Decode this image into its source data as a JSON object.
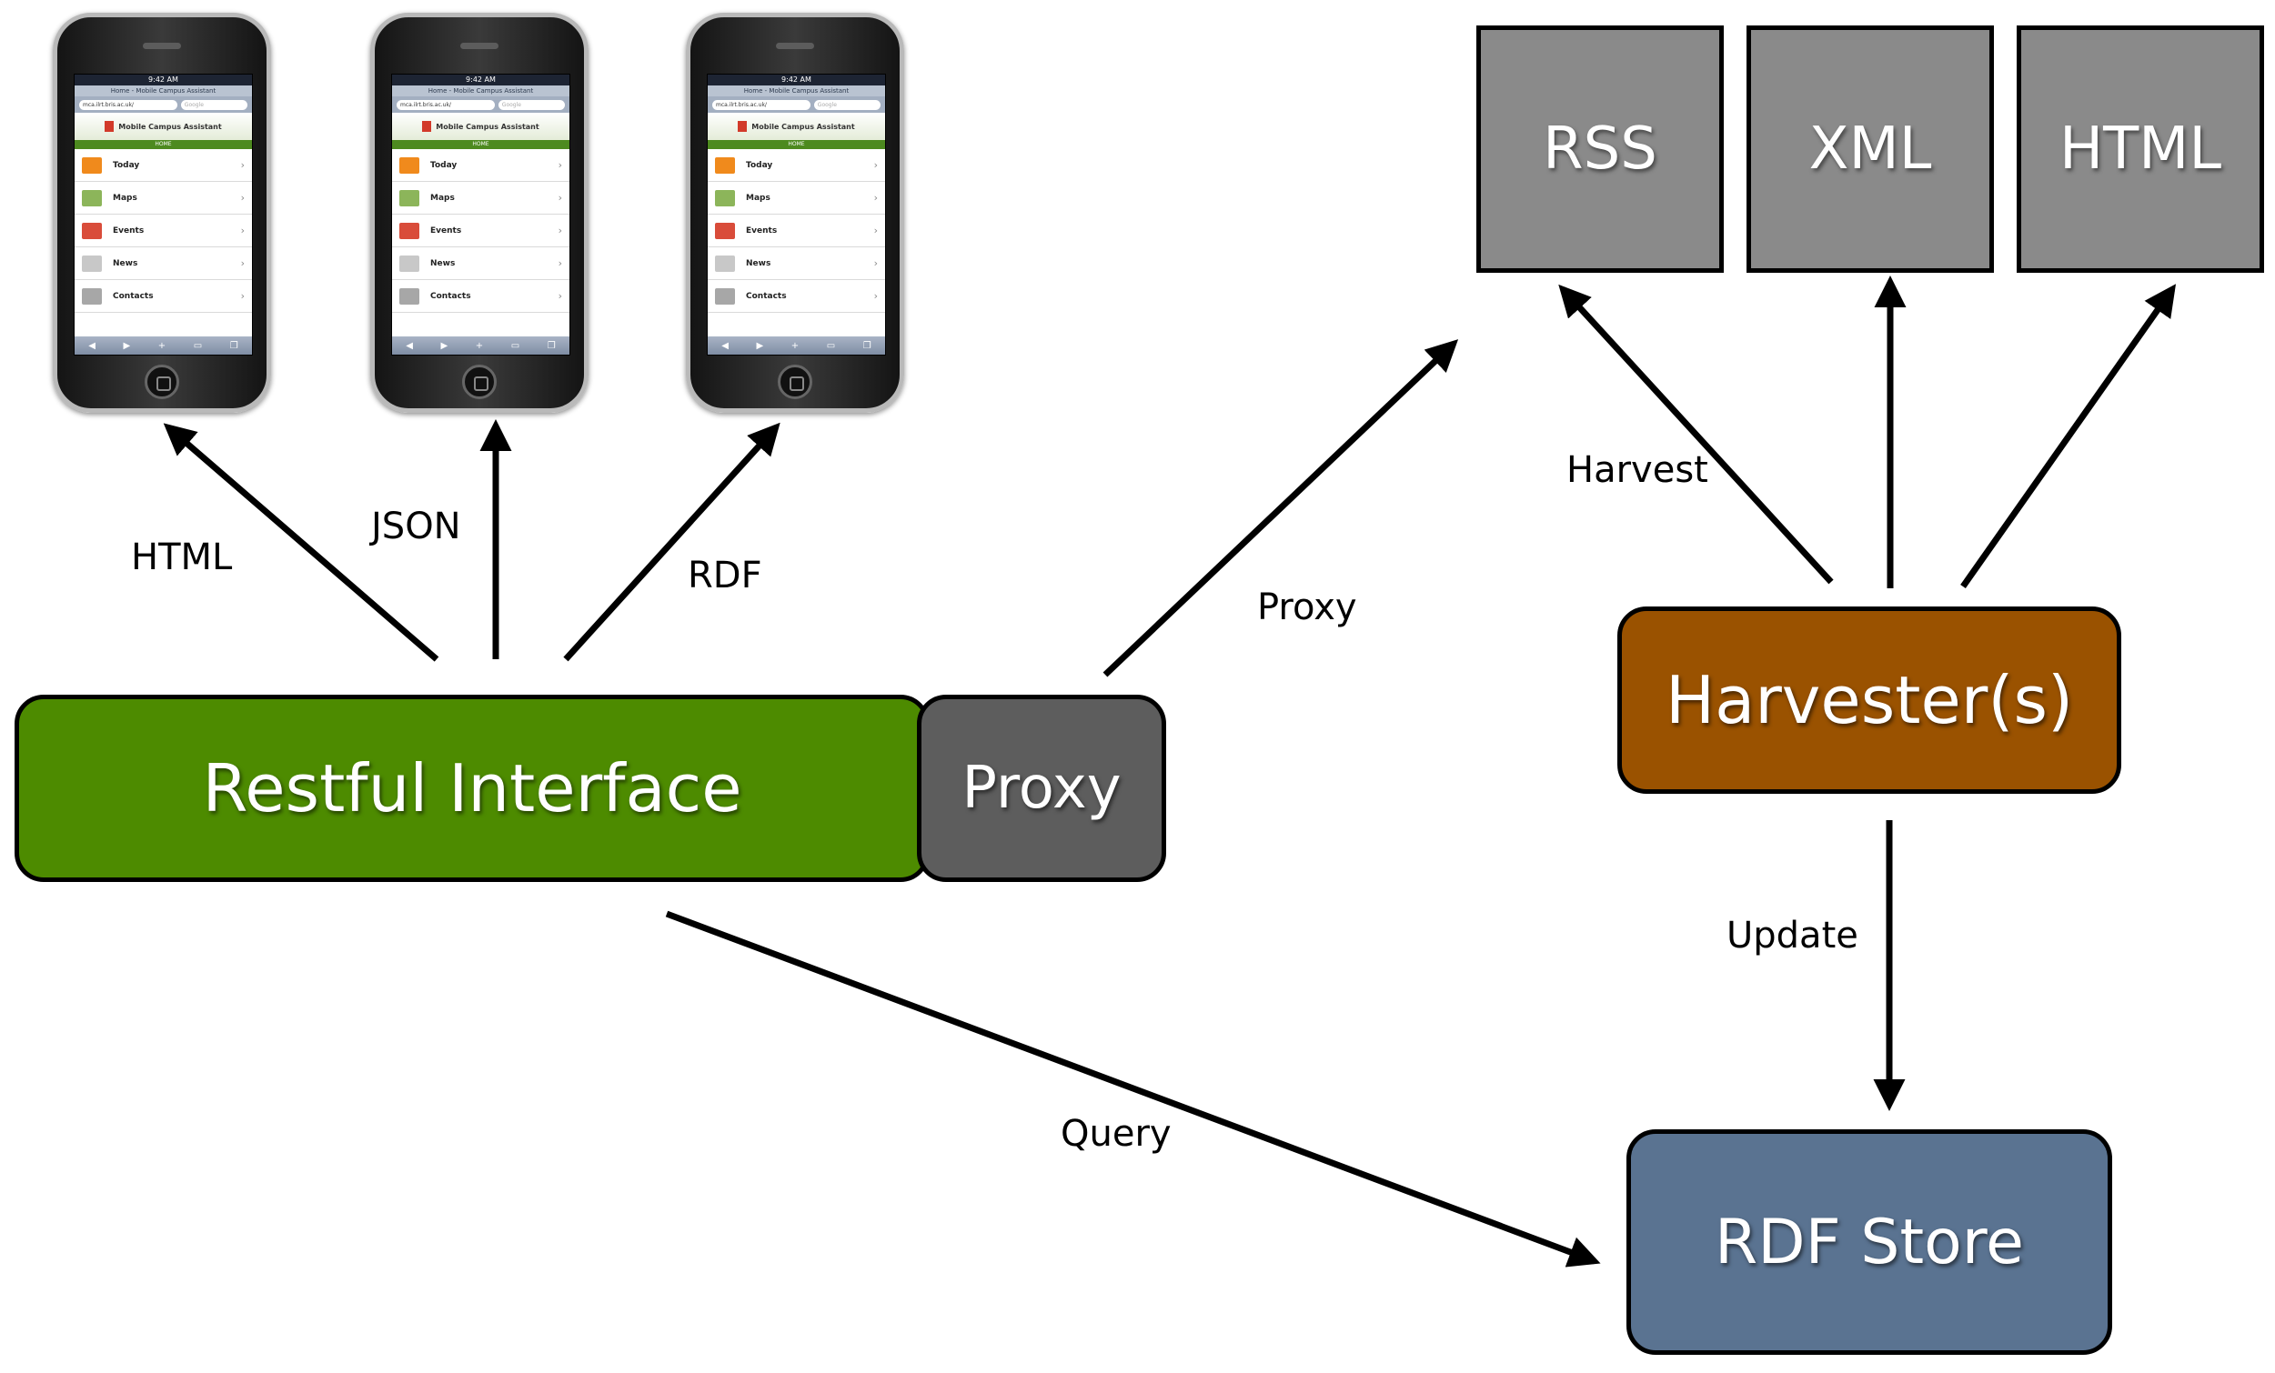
{
  "nodes": {
    "restful": "Restful Interface",
    "proxy": "Proxy",
    "harvester": "Harvester(s)",
    "rdf_store": "RDF Store",
    "rss": "RSS",
    "xml": "XML",
    "html": "HTML"
  },
  "edges": {
    "html": "HTML",
    "json": "JSON",
    "rdf": "RDF",
    "proxy": "Proxy",
    "harvest": "Harvest",
    "update": "Update",
    "query": "Query"
  },
  "phone_screen": {
    "time": "9:42 AM",
    "title": "Home - Mobile Campus Assistant",
    "url": "mca.ilrt.bris.ac.uk/",
    "search_placeholder": "Google",
    "app_name": "Mobile Campus Assistant",
    "home_label": "HOME",
    "items": [
      "Today",
      "Maps",
      "Events",
      "News",
      "Contacts"
    ]
  },
  "colors": {
    "restful": "#4d8b00",
    "proxy": "#5d5d5d",
    "harvester": "#9a5200",
    "rdf_store": "#5a7391",
    "format_box": "#8a8a8a"
  },
  "icons": [
    "flag-icon",
    "map-icon",
    "calendar-icon",
    "newspaper-icon",
    "contacts-icon"
  ]
}
